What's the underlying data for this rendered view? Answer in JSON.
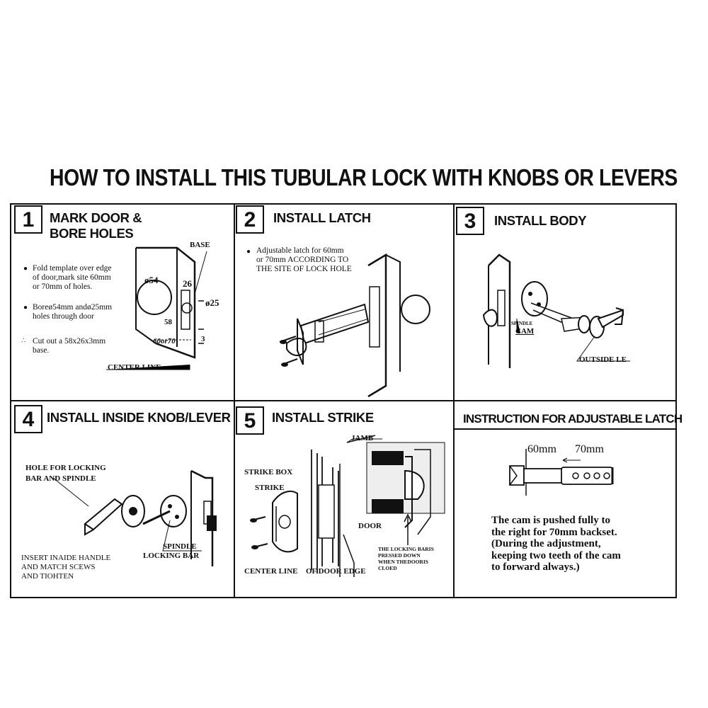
{
  "title": "HOW TO INSTALL THIS TUBULAR LOCK WITH KNOBS OR LEVERS",
  "steps": [
    {
      "number": "1",
      "title_lines": [
        "MARK DOOR &",
        "BORE HOLES"
      ],
      "notes": [
        [
          "Fold template over edge",
          "of door,mark site 60mm",
          "or 70mm of holes."
        ],
        [
          "Boreø54mm andø25mm",
          "holes through door"
        ],
        [
          "Cut out a 58x26x3mm",
          "base."
        ]
      ],
      "labels": {
        "base": "BASE",
        "d54": "ø54",
        "d25": "ø25",
        "n26": "26",
        "n58": "58",
        "n60or70": "60or70",
        "n3": "3",
        "center_line": "CENTER LINE"
      }
    },
    {
      "number": "2",
      "title": "INSTALL  LATCH",
      "notes": [
        [
          "Adjustable latch for 60mm",
          "or 70mm  ACCORDING TO",
          "THE SITE OF LOCK HOLE"
        ]
      ]
    },
    {
      "number": "3",
      "title": "INSTALL BODY",
      "labels": {
        "spindle": "SPINDLE",
        "cam": "CAM",
        "outside": "OUTSIDE LE"
      }
    },
    {
      "number": "4",
      "title": "INSTALL INSIDE KNOB/LEVER",
      "labels": {
        "hole_line1": "HOLE FOR LOCKING",
        "hole_line2": "BAR AND  SPINDLE",
        "spindle": "SPINDLE",
        "locking_bar": "LOCKING BAR",
        "insert_line1": "INSERT INAIDE HANDLE",
        "insert_line2": "AND MATCH SCEWS",
        "insert_line3": "AND TIOHTEN"
      }
    },
    {
      "number": "5",
      "title": "INSTALL STRIKE",
      "labels": {
        "jamb": "JAMB",
        "strike_box": "STRIKE BOX",
        "strike": "STRIKE",
        "door": "DOOR",
        "center_line": "CENTER LINE",
        "door_edge": "OF DOOR EDGE",
        "locking_line1": "THE LOCKING BARIS",
        "locking_line2": "PRESSED DOWN",
        "locking_line3": "WHEN THEDOORIS",
        "locking_line4": "CLOED"
      }
    }
  ],
  "adjustable": {
    "title": "INSTRUCTION FOR ADJUSTABLE LATCH",
    "m60": "60mm",
    "m70": "70mm",
    "text_lines": [
      "The cam is pushed fully to",
      "the right for 70mm backset.",
      "(During the adjustment,",
      "keeping two teeth of the cam",
      "to forward always.)"
    ]
  }
}
